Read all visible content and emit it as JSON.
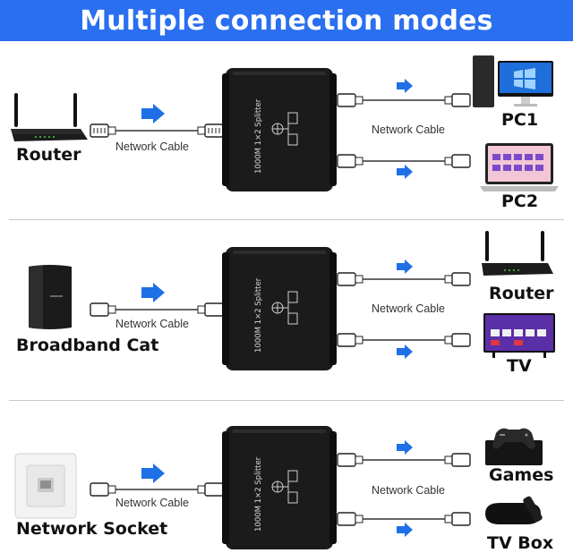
{
  "title": "Multiple connection modes",
  "splitter_label": "1000M 1×2 Splitter",
  "cable_label": "Network Cable",
  "colors": {
    "accent": "#2a6ff0",
    "arrow": "#1f6fe6",
    "splitter": "#1b1b1b"
  },
  "rows": [
    {
      "source": "Router",
      "targets": [
        "PC1",
        "PC2"
      ]
    },
    {
      "source": "Broadband Cat",
      "targets": [
        "Router",
        "TV"
      ]
    },
    {
      "source": "Network Socket",
      "targets": [
        "Games",
        "TV Box"
      ]
    }
  ],
  "icons": {
    "row1_source": "router-icon",
    "row1_targets": [
      "desktop-pc-icon",
      "laptop-icon"
    ],
    "row2_source": "modem-icon",
    "row2_targets": [
      "router-icon",
      "tv-icon"
    ],
    "row3_source": "wall-socket-icon",
    "row3_targets": [
      "game-console-icon",
      "tv-box-icon"
    ]
  }
}
